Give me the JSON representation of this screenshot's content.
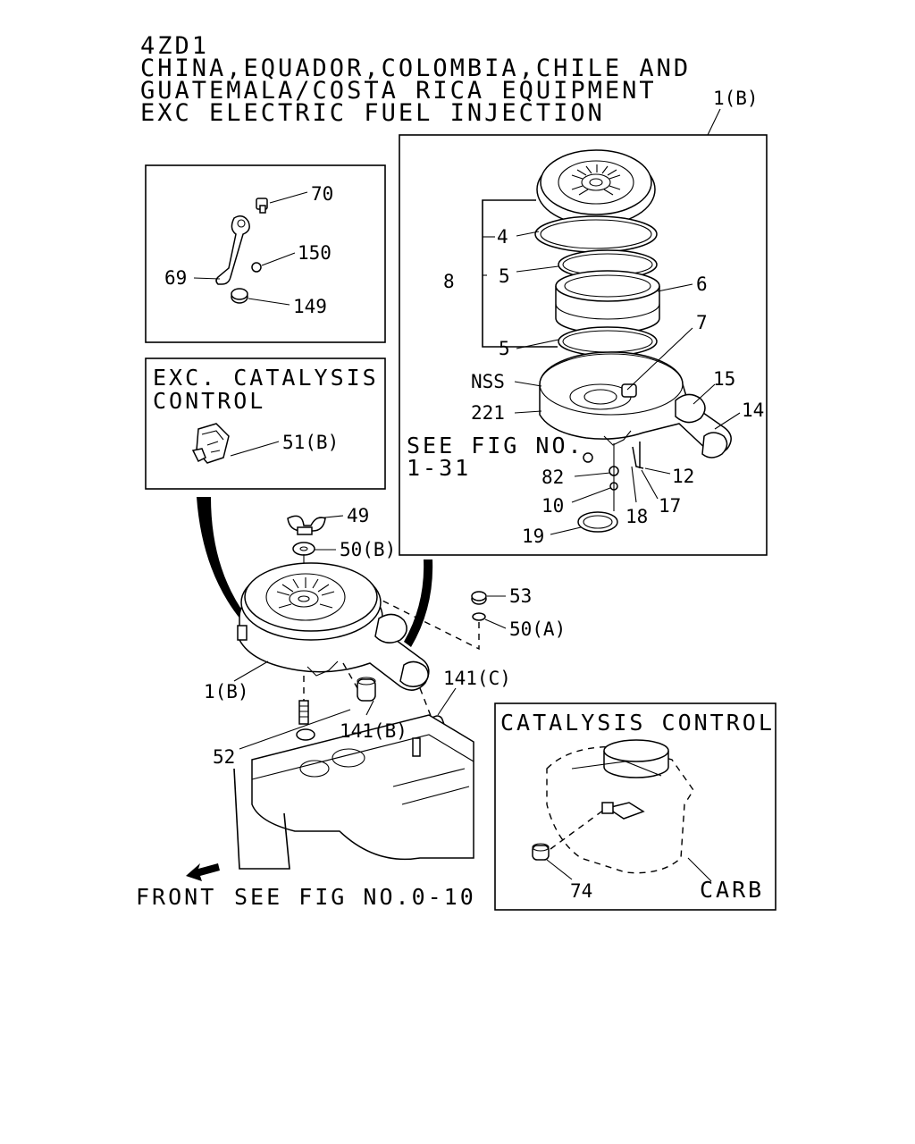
{
  "header": {
    "lines": [
      "4ZD1",
      "CHINA,EQUADOR,COLOMBIA,CHILE AND",
      "GUATEMALA/COSTA RICA EQUIPMENT",
      "EXC ELECTRIC FUEL INJECTION"
    ]
  },
  "boxes": {
    "bracket_detail": {
      "callouts": {
        "c70": "70",
        "c150": "150",
        "c69": "69",
        "c149": "149"
      }
    },
    "exc_catalysis": {
      "title_line1": "EXC. CATALYSIS",
      "title_line2": "CONTROL",
      "callouts": {
        "c51b": "51(B)"
      }
    },
    "air_cleaner_exploded": {
      "ref_label": "1(B)",
      "callouts": {
        "c4": "4",
        "c8": "8",
        "c5a": "5",
        "c5b": "5",
        "c6": "6",
        "c5c": "5",
        "c7": "7",
        "cNSS": "NSS",
        "c15": "15",
        "c221": "221",
        "c14": "14",
        "c82": "82",
        "c12": "12",
        "c10": "10",
        "c18": "18",
        "c17": "17",
        "c19": "19"
      },
      "see_fig_line1": "SEE FIG NO.",
      "see_fig_line2": "1-31"
    },
    "catalysis_control": {
      "title": "CATALYSIS CONTROL",
      "callouts": {
        "c74": "74",
        "carb": "CARB"
      }
    }
  },
  "main_view": {
    "callouts": {
      "c49": "49",
      "c50b": "50(B)",
      "c53": "53",
      "c50a": "50(A)",
      "c1b": "1(B)",
      "c141c": "141(C)",
      "c141b": "141(B)",
      "c52": "52"
    },
    "front_label": "FRONT",
    "see_fig": "SEE FIG NO.0-10"
  },
  "icons": [
    "front-arrow-icon"
  ]
}
